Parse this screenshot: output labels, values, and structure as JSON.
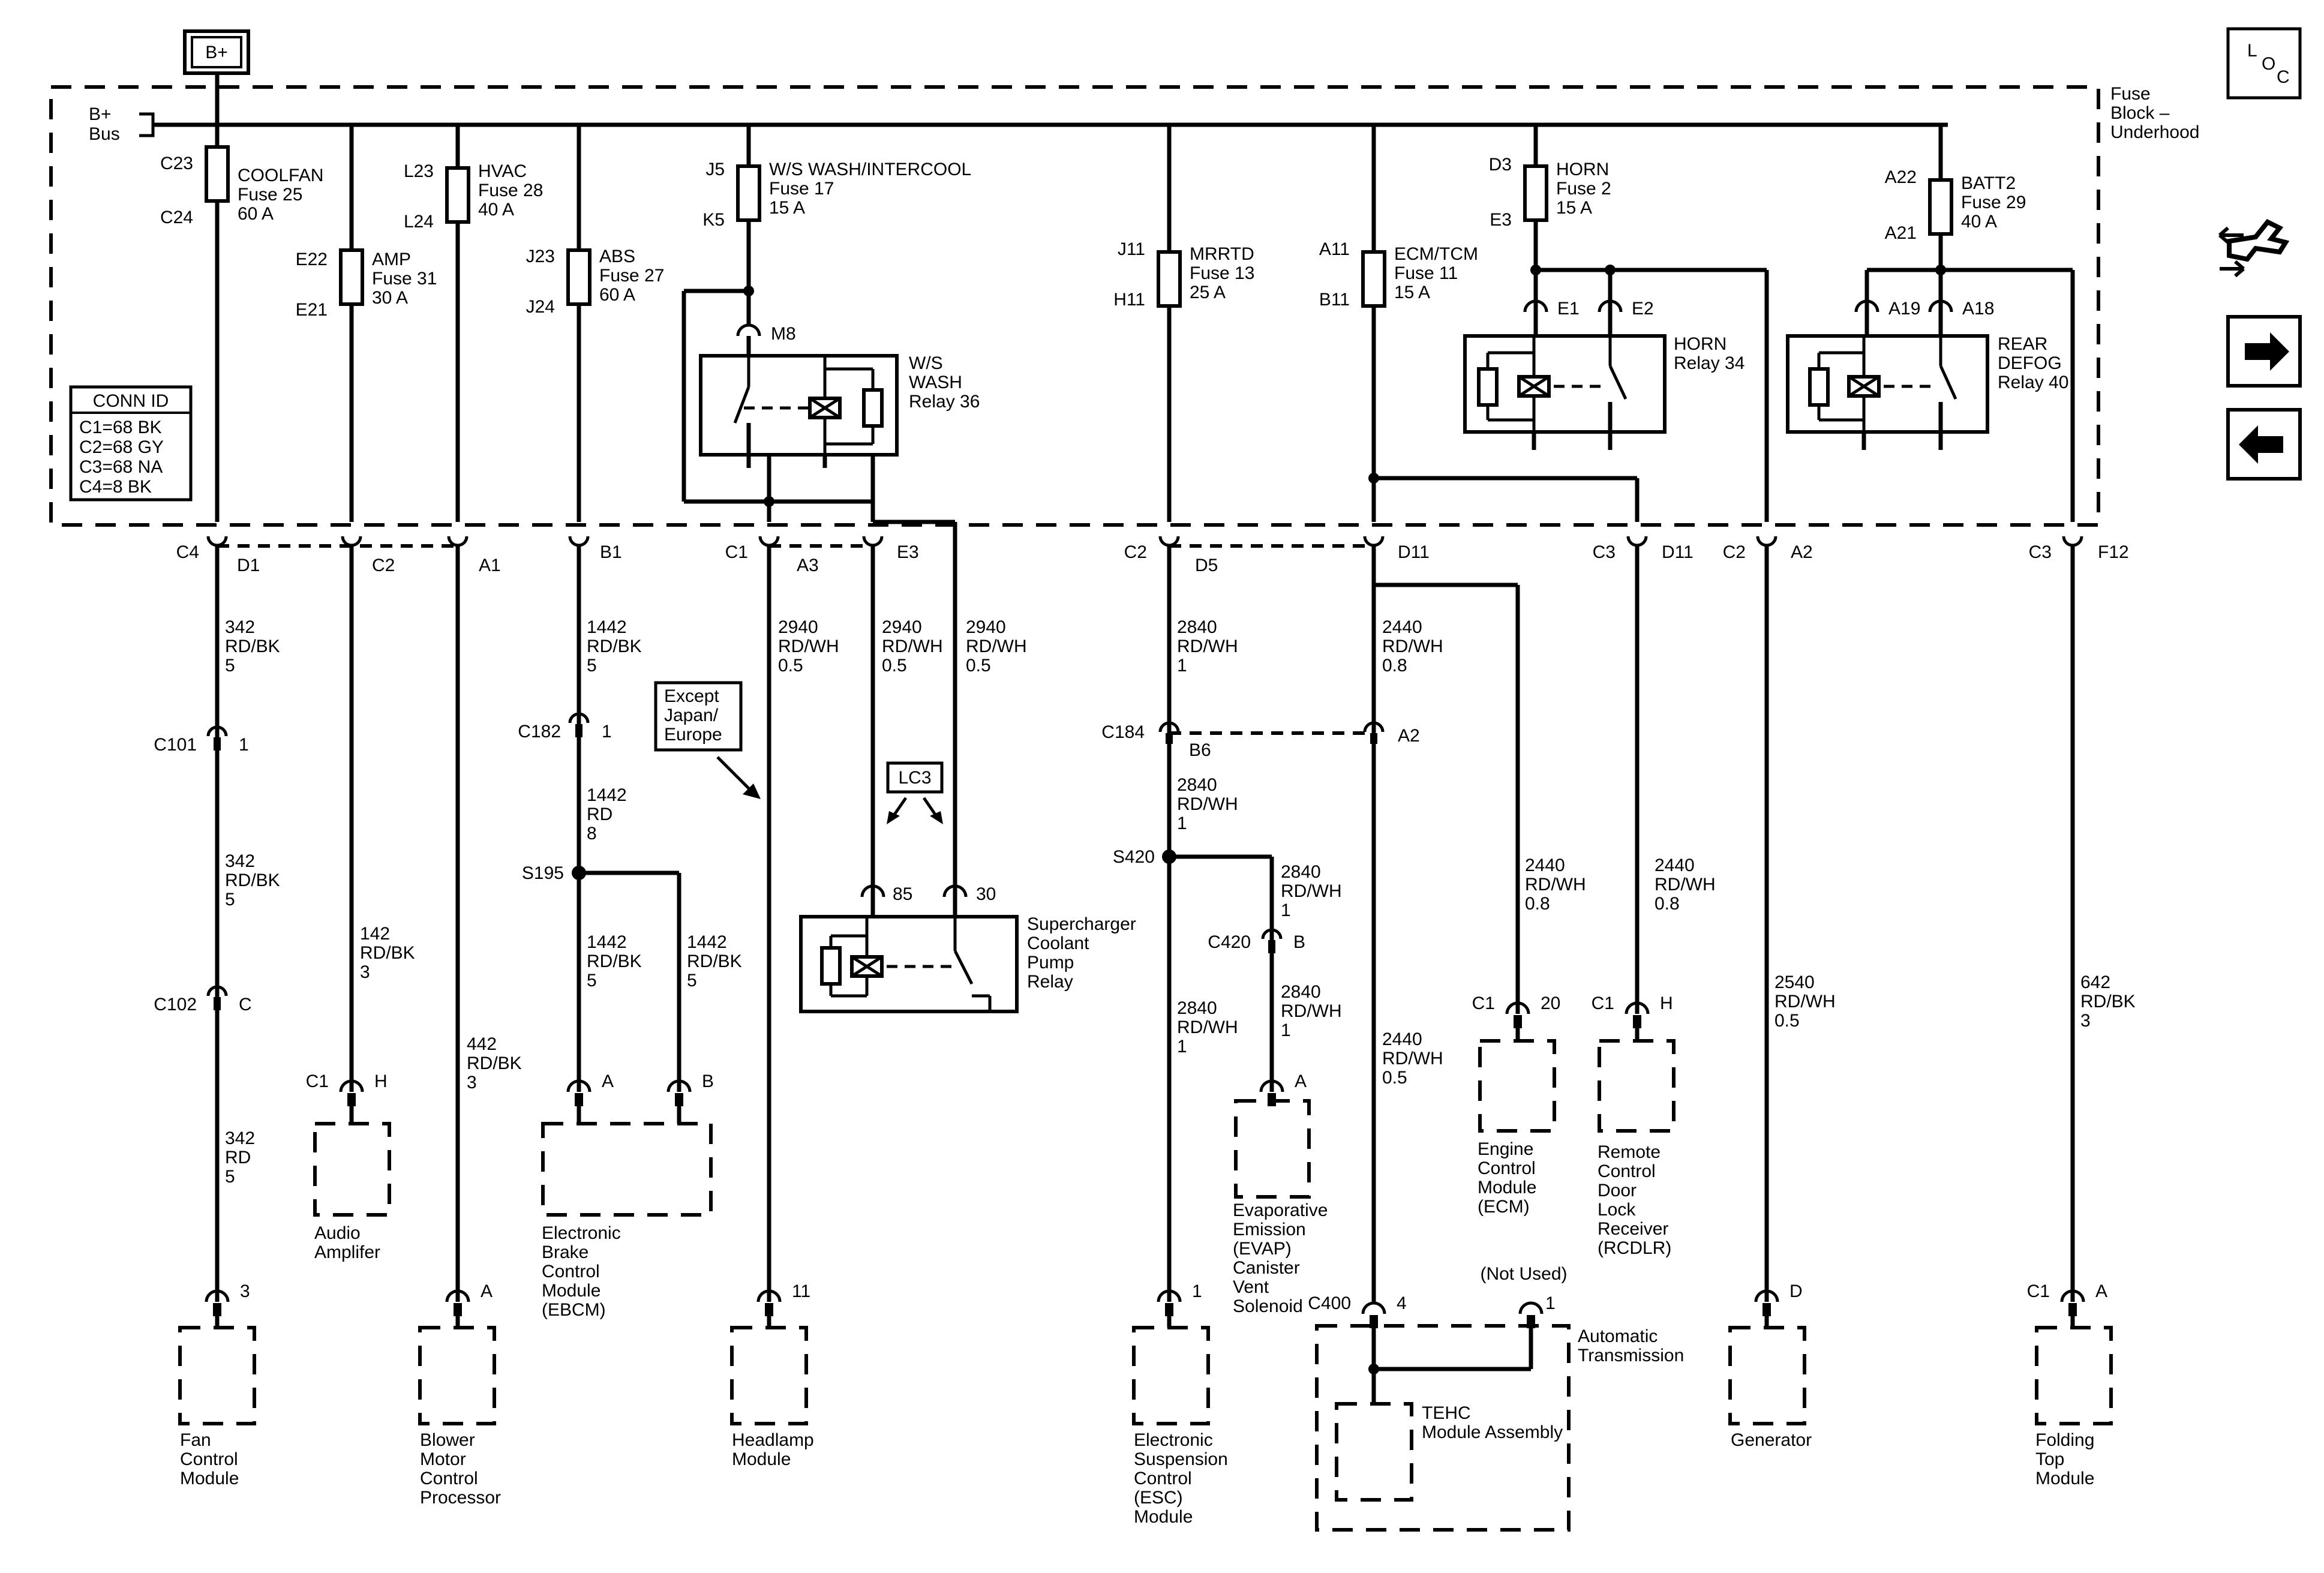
{
  "bplus_tag": "B+",
  "loc_icon": {
    "l": "L",
    "o": "O",
    "c": "C"
  },
  "side_icons": [
    "schematic-navigation-icon",
    "arrow-right-icon",
    "arrow-left-icon"
  ],
  "fuse_block": {
    "name": "Fuse Block – Underhood",
    "bus": "B+ Bus"
  },
  "conn_id": {
    "title": "CONN ID",
    "rows": [
      "C1=68 BK",
      "C2=68 GY",
      "C3=68 NA",
      "C4=8 BK"
    ]
  },
  "fuses": [
    {
      "top": "C23",
      "bottom": "C24",
      "name": "COOLFAN",
      "num": "Fuse 25",
      "amp": "60 A"
    },
    {
      "top": "E22",
      "bottom": "E21",
      "name": "AMP",
      "num": "Fuse 31",
      "amp": "30 A"
    },
    {
      "top": "L23",
      "bottom": "L24",
      "name": "HVAC",
      "num": "Fuse 28",
      "amp": "40 A"
    },
    {
      "top": "J23",
      "bottom": "J24",
      "name": "ABS",
      "num": "Fuse 27",
      "amp": "60 A"
    },
    {
      "top": "J5",
      "bottom": "K5",
      "name": "W/S WASH/INTERCOOL",
      "num": "Fuse 17",
      "amp": "15 A"
    },
    {
      "top": "J11",
      "bottom": "H11",
      "name": "MRRTD",
      "num": "Fuse 13",
      "amp": "25 A"
    },
    {
      "top": "A11",
      "bottom": "B11",
      "name": "ECM/TCM",
      "num": "Fuse 11",
      "amp": "15 A"
    },
    {
      "top": "D3",
      "bottom": "E3",
      "name": "HORN",
      "num": "Fuse 2",
      "amp": "15 A"
    },
    {
      "top": "A22",
      "bottom": "A21",
      "name": "BATT2",
      "num": "Fuse 29",
      "amp": "40 A"
    }
  ],
  "relays": {
    "wsw": {
      "lines": [
        "W/S",
        "WASH",
        "Relay 36"
      ],
      "pin": "M8"
    },
    "horn": {
      "lines": [
        "HORN",
        "Relay 34"
      ],
      "pins": [
        "E1",
        "E2"
      ]
    },
    "rear": {
      "lines": [
        "REAR",
        "DEFOG",
        "Relay 40"
      ],
      "pins": [
        "A19",
        "A18"
      ]
    },
    "sc": {
      "lines": [
        "Supercharger",
        "Coolant",
        "Pump",
        "Relay"
      ],
      "pins": [
        "85",
        "30"
      ]
    }
  },
  "fb_pins": [
    {
      "conn": "C4",
      "pin": "D1"
    },
    {
      "pin": "C2"
    },
    {
      "pin": "A1"
    },
    {
      "pin": "B1"
    },
    {
      "conn": "C1",
      "pin": "A3"
    },
    {
      "pin": "E3"
    },
    {
      "conn": "C2",
      "pin": "D5"
    },
    {
      "pin": "D11"
    },
    {
      "conn": "C3",
      "pin": "D11"
    },
    {
      "conn": "C2",
      "pin": "A2"
    },
    {
      "conn": "C3",
      "pin": "F12"
    }
  ],
  "wires": [
    "342|RD/BK|5",
    "342|RD/BK|5",
    "342|RD|5",
    "142|RD/BK|3",
    "442|RD/BK|3",
    "1442|RD/BK|5",
    "1442|RD|8",
    "1442|RD/BK|5",
    "1442|RD/BK|5",
    "2940|RD/WH|0.5",
    "2940|RD/WH|0.5",
    "2940|RD/WH|0.5",
    "2840|RD/WH|1",
    "2840|RD/WH|1",
    "2840|RD/WH|1",
    "2840|RD/WH|1",
    "2840|RD/WH|1",
    "2440|RD/WH|0.8",
    "2440|RD/WH|0.5",
    "2440|RD/WH|0.8",
    "2440|RD/WH|0.8",
    "2540|RD/WH|0.5",
    "642|RD/BK|3"
  ],
  "inline_conns": [
    {
      "name": "C101",
      "pin": "1"
    },
    {
      "name": "C102",
      "pin": "C"
    },
    {
      "name": "C182",
      "pin": "1"
    },
    {
      "name": "C184",
      "pin": "B6"
    },
    {
      "pin": "A2"
    },
    {
      "name": "C420",
      "pin": "B"
    }
  ],
  "splices": [
    "S195",
    "S420"
  ],
  "notes": {
    "except": "Except Japan/ Europe",
    "lc3": "LC3",
    "not_used": "(Not Used)",
    "auto_trans": "Automatic Transmission"
  },
  "components": [
    {
      "conn": "",
      "pin": "3",
      "name": "Fan Control Module"
    },
    {
      "conn": "C1",
      "pin": "H",
      "name": "Audio Amplifer"
    },
    {
      "conn": "",
      "pin": "A",
      "name": "Blower Motor Control Processor"
    },
    {
      "conn": "",
      "pin": "A",
      "pin2": "B",
      "name": "Electronic Brake Control Module (EBCM)"
    },
    {
      "conn": "",
      "pin": "11",
      "name": "Headlamp Module"
    },
    {
      "conn": "",
      "pin": "1",
      "name": "Electronic Suspension Control (ESC) Module"
    },
    {
      "conn": "",
      "pin": "A",
      "name": "Evaporative Emission (EVAP) Canister Vent Solenoid"
    },
    {
      "conn": "C1",
      "pin": "20",
      "name": "Engine Control Module (ECM)"
    },
    {
      "conn": "C1",
      "pin": "H",
      "name": "Remote Control Door Lock Receiver (RCDLR)"
    },
    {
      "conn": "C400",
      "pin": "4",
      "pin2": "1",
      "name": "TEHC Module Assembly"
    },
    {
      "conn": "",
      "pin": "D",
      "name": "Generator"
    },
    {
      "conn": "C1",
      "pin": "A",
      "name": "Folding Top Module"
    }
  ]
}
